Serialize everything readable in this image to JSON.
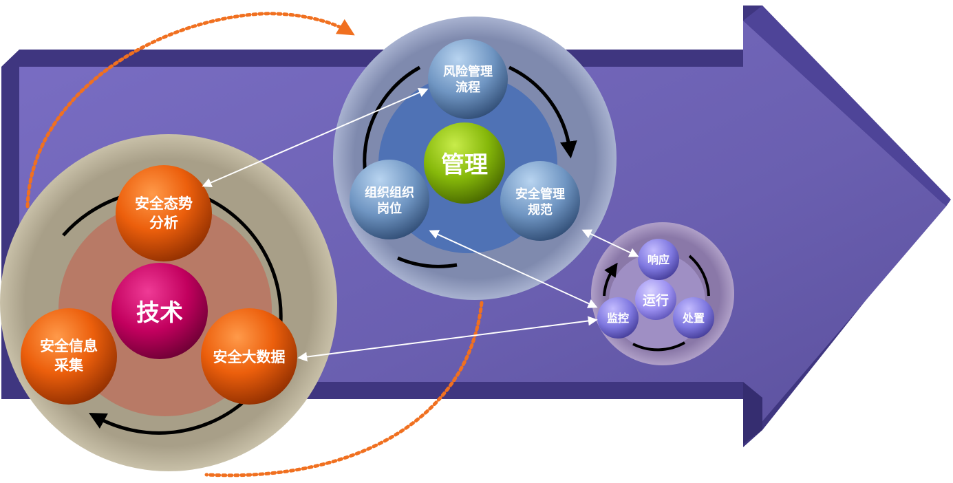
{
  "colors": {
    "arrow_body": "#6a5fb0",
    "arrow_dark": "#3f3680",
    "dotted_cycle": "#f07020",
    "technology_ring": "#a89f88",
    "technology_inner": "#b87a66",
    "technology_core": "#c2005e",
    "technology_nodes": "#e8580a",
    "management_ring": "#8a93b5",
    "management_inner": "#4f72b5",
    "management_core": "#86b80a",
    "management_nodes": "#6f95c2",
    "operation_ring": "#8a78a8",
    "operation_inner": "#9f8fc4",
    "operation_core": "#9a8ef0",
    "operation_nodes": "#7f78e0"
  },
  "technology": {
    "core": "技术",
    "nodes": {
      "situation": [
        "安全态势",
        "分析"
      ],
      "collection": [
        "安全信息",
        "采集"
      ],
      "bigdata": [
        "安全大数据"
      ]
    }
  },
  "management": {
    "core": "管理",
    "nodes": {
      "risk": [
        "风险管理",
        "流程"
      ],
      "org": [
        "组织组织",
        "岗位"
      ],
      "norm": [
        "安全管理",
        "规范"
      ]
    }
  },
  "operation": {
    "core": "运行",
    "nodes": {
      "response": [
        "响应"
      ],
      "monitor": [
        "监控"
      ],
      "dispose": [
        "处置"
      ]
    }
  }
}
